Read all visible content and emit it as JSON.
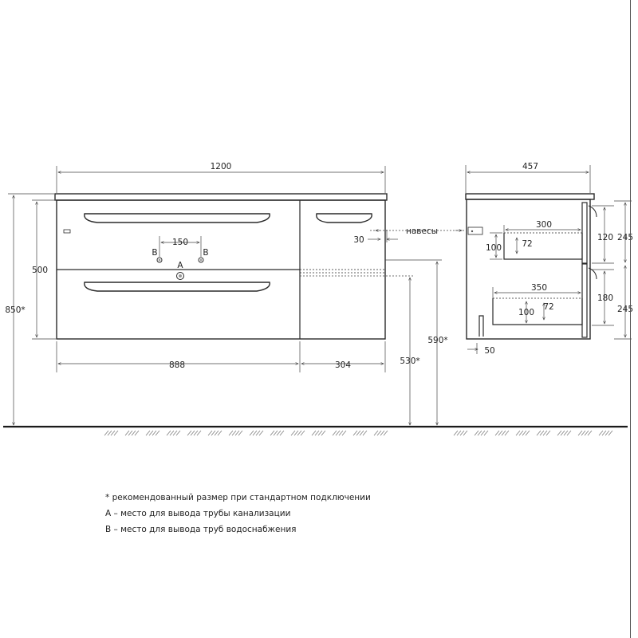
{
  "dimensions": {
    "total_width": "1200",
    "left_width": "888",
    "right_width": "304",
    "height_body": "500",
    "height_total": "850*",
    "height_530": "530*",
    "height_590": "590*",
    "hook_offset": "30",
    "pipe_spacing": "150",
    "depth": "457",
    "drawer_top_depth": "300",
    "drawer_bottom_depth": "350",
    "drawer_top_height": "120",
    "drawer_top_front": "245",
    "drawer_bottom_height": "180",
    "drawer_bottom_front": "245",
    "inner_72_top": "72",
    "inner_100_top": "100",
    "inner_72_bottom": "72",
    "inner_100_bottom": "100",
    "side_offset": "50"
  },
  "labels": {
    "hooks": "навесы",
    "pipe_a": "A",
    "pipe_b_left": "B",
    "pipe_b_right": "B"
  },
  "notes": [
    "* рекомендованный размер при стандартном подключении",
    "А – место для вывода трубы канализации",
    "В – место для вывода труб водоснабжения"
  ]
}
